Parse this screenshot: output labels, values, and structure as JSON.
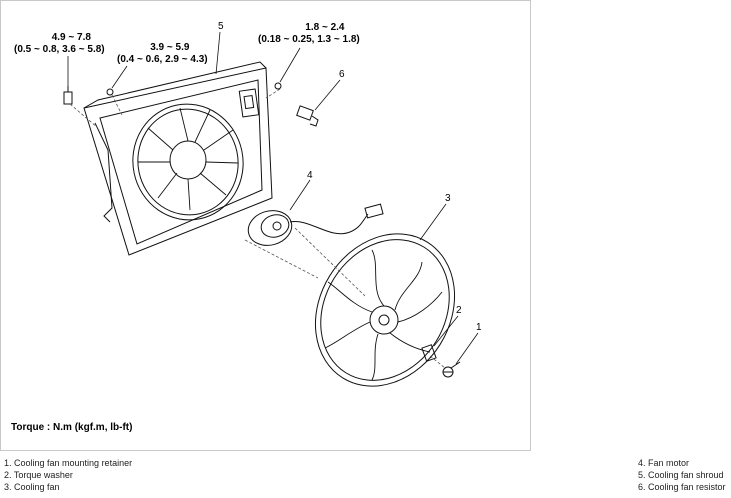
{
  "torque_specs": [
    {
      "id": "spec-1",
      "line1": "4.9 ~ 7.8",
      "line2": "(0.5 ~ 0.8, 3.6 ~ 5.8)"
    },
    {
      "id": "spec-2",
      "line1": "3.9 ~ 5.9",
      "line2": "(0.4 ~ 0.6, 2.9 ~ 4.3)"
    },
    {
      "id": "spec-3",
      "line1": "1.8 ~ 2.4",
      "line2": "(0.18 ~ 0.25, 1.3 ~ 1.8)"
    }
  ],
  "callouts": [
    "1",
    "2",
    "3",
    "4",
    "5",
    "6"
  ],
  "torque_unit": "Torque : N.m (kgf.m, lb-ft)",
  "legend": {
    "left": [
      "1. Cooling fan mounting retainer",
      "2. Torque washer",
      "3. Cooling fan"
    ],
    "right": [
      "4. Fan motor",
      "5. Cooling fan shroud",
      "6. Cooling fan resistor"
    ]
  }
}
